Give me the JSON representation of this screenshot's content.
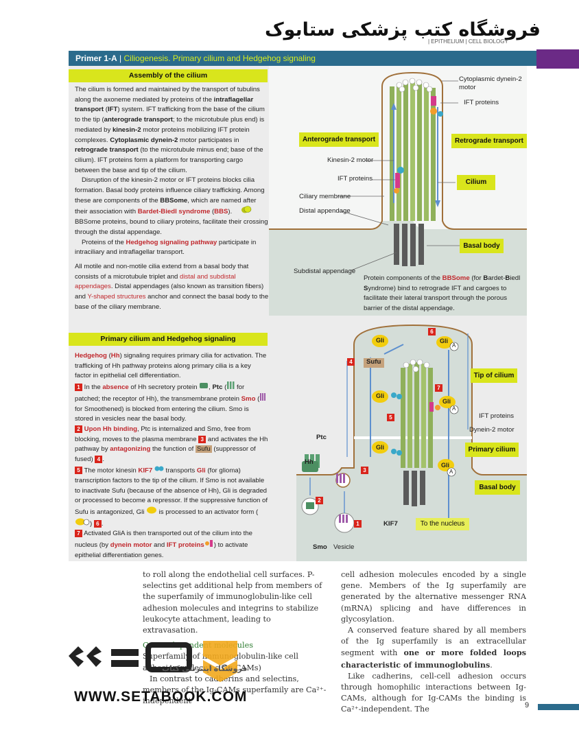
{
  "store_header": "فروشگاه کتب پزشکی ستابوک",
  "running_header": "| EPITHELIUM | CELL BIOLOGY",
  "primer": {
    "code": "Primer 1-A",
    "sep": " | ",
    "title": "Ciliogenesis. Primary cilium and Hedgehog signaling"
  },
  "assembly": {
    "heading": "Assembly of the cilium",
    "p1": [
      {
        "t": "The cilium is formed and maintained by the transport of tubulins along the axoneme mediated by proteins of the "
      },
      {
        "t": "intraflagellar transport",
        "b": 1
      },
      {
        "t": " ("
      },
      {
        "t": "IFT",
        "b": 1
      },
      {
        "t": ") system. IFT trafficking from the base of the cilium to the tip ("
      },
      {
        "t": "anterograde transport",
        "b": 1
      },
      {
        "t": "; to the microtubule plus end) is mediated by "
      },
      {
        "t": "kinesin-2",
        "b": 1
      },
      {
        "t": " motor proteins mobilizing IFT protein complexes. "
      },
      {
        "t": "Cytoplasmic dynein-2",
        "b": 1
      },
      {
        "t": " motor participates in "
      },
      {
        "t": "retrograde transport",
        "b": 1
      },
      {
        "t": " (to the microtubule minus end; base of the cilium). IFT proteins form a platform for transporting cargo between the base and tip of the cilium."
      }
    ],
    "p2": [
      {
        "t": "Disruption of the kinesin-2 motor or IFT proteins blocks cilia formation. Basal body proteins influence ciliary trafficking. Among these are components of the "
      },
      {
        "t": "BBSome",
        "b": 1
      },
      {
        "t": ", which are named after their association with "
      },
      {
        "t": "Bardet-Biedl syndrome",
        "r": 1
      },
      {
        "t": " ("
      },
      {
        "t": "BBS",
        "r": 1
      },
      {
        "t": "). "
      },
      {
        "icon": "bbsome-icon"
      },
      {
        "t": " BBSome proteins, bound to ciliary proteins, facilitate their crossing through the distal appendage."
      }
    ],
    "p3": [
      {
        "t": "Proteins of the "
      },
      {
        "t": "Hedgehog signaling pathway",
        "r": 1
      },
      {
        "t": " participate in intraciliary and intraflagellar transport."
      }
    ],
    "p4": [
      {
        "t": "All motile and non-motile cilia extend from a basal body that consists of a microtubule triplet and "
      },
      {
        "t": "distal and subdistal appendages",
        "rn": 1
      },
      {
        "t": ". Distal appendages (also known as transition fibers) and "
      },
      {
        "t": "Y-shaped structures",
        "rn": 1
      },
      {
        "t": " anchor and connect the basal body to the base of the ciliary membrane."
      }
    ]
  },
  "hh": {
    "heading": "Primary cilium and Hedgehog signaling",
    "p1": [
      {
        "t": "Hedgehog",
        "r": 1
      },
      {
        "t": " ("
      },
      {
        "t": "Hh",
        "r": 1
      },
      {
        "t": ") signaling requires primary cilia for activation. The trafficking of Hh pathway proteins along primary cilia is a key factor in epithelial cell differentiation."
      }
    ],
    "p2": [
      {
        "n": "1"
      },
      {
        "t": " In the "
      },
      {
        "t": "absence",
        "r": 1
      },
      {
        "t": " of Hh secretory protein "
      },
      {
        "icon": "hh-icon"
      },
      {
        "t": ", "
      },
      {
        "t": "Ptc",
        "b": 1
      },
      {
        "t": " ("
      },
      {
        "icon": "ptc-icon"
      },
      {
        "t": " for patched; the receptor of Hh), the transmembrane protein "
      },
      {
        "t": "Smo",
        "r": 1
      },
      {
        "t": " ("
      },
      {
        "icon": "smo-icon"
      },
      {
        "t": " for Smoothened) is blocked from entering the cilium. Smo is stored in vesicles near the basal body."
      }
    ],
    "p3": [
      {
        "n": "2"
      },
      {
        "t": " "
      },
      {
        "t": "Upon Hh binding",
        "r": 1
      },
      {
        "t": ", Ptc is internalized and Smo, free from blocking, moves to the plasma membrane "
      },
      {
        "n": "3"
      },
      {
        "t": " and activates the Hh pathway by "
      },
      {
        "t": "antagonizing",
        "r": 1
      },
      {
        "t": " the function of "
      },
      {
        "chip": "Sufu"
      },
      {
        "t": " (suppressor of fused) "
      },
      {
        "n": "4"
      },
      {
        "t": "."
      }
    ],
    "p4": [
      {
        "n": "5"
      },
      {
        "t": " The motor kinesin "
      },
      {
        "t": "KIF7",
        "r": 1
      },
      {
        "t": " "
      },
      {
        "icon": "kif7-icon"
      },
      {
        "t": " transports "
      },
      {
        "t": "Gli",
        "r": 1
      },
      {
        "t": " (for glioma) transcription factors to the tip of the cilium. If Smo is not available to inactivate Sufu (because of the absence of Hh), Gli is degraded or processed to become a repressor. If the suppressive function of Sufu is antagonized, Gli "
      },
      {
        "icon": "gli-icon"
      },
      {
        "t": " is processed to an activator form ("
      },
      {
        "icon": "glia-icon"
      },
      {
        "t": ") "
      },
      {
        "n": "6"
      },
      {
        "t": "."
      }
    ],
    "p5": [
      {
        "n": "7"
      },
      {
        "t": " Activated GliA is then transported out of the cilium into the nucleus (by "
      },
      {
        "t": "dynein motor",
        "r": 1
      },
      {
        "t": " and "
      },
      {
        "t": "IFT proteins",
        "r": 1
      },
      {
        "icon": "ift-icon"
      },
      {
        "t": ") to activate epithelial differentiation genes."
      }
    ]
  },
  "diagram1": {
    "labels": {
      "dynein": "Cytoplasmic dynein-2 motor",
      "ift_top": "IFT proteins",
      "anterograde": "Anterograde transport",
      "retrograde": "Retrograde transport",
      "kinesin": "Kinesin-2 motor",
      "ift_mid": "IFT proteins",
      "cilium": "Cilium",
      "ciliary_membrane": "Ciliary membrane",
      "distal": "Distal appendage",
      "basal": "Basal body",
      "subdistal": "Subdistal appendage"
    },
    "bbsome_note": [
      {
        "t": "Protein components of the "
      },
      {
        "t": "BBSome",
        "r": 1
      },
      {
        "t": " (for "
      },
      {
        "t": "B",
        "b": 1
      },
      {
        "t": "ardet-"
      },
      {
        "t": "B",
        "b": 1
      },
      {
        "t": "iedl "
      },
      {
        "t": "S",
        "b": 1
      },
      {
        "t": "yndrome) bind to retrograde IFT and cargoes to facilitate their lateral transport through the porous barrier of the distal appendage."
      }
    ]
  },
  "diagram2": {
    "labels": {
      "tip": "Tip of cilium",
      "ift": "IFT proteins",
      "dynein": "Dynein-2 motor",
      "primary": "Primary cilium",
      "basal": "Basal body",
      "nucleus": "To the nucleus",
      "ptc": "Ptc",
      "hh": "Hh",
      "sufu": "Sufu",
      "kif7": "KIF7",
      "smo": "Smo",
      "vesicle": "Vesicle",
      "gli": "Gli",
      "a": "A"
    },
    "steps": [
      "1",
      "2",
      "3",
      "4",
      "5",
      "6",
      "7"
    ]
  },
  "book_left": {
    "p1": "to roll along the endothelial cell surfaces. P-selectins get additional help from members of the superfamily of immunoglobulin-like cell adhesion molecules and integrins to stabilize leukocyte attachment, leading to extravasation.",
    "heading": "Ca²⁺-independent molecules",
    "heading2": "Superfamily of immunoglobulin-like cell adhesion molecules (Ig-CAMs)",
    "p2": "In contrast to cadherins and selectins, members of the Ig-CAMs superfamily are Ca²⁺-independent"
  },
  "book_right": {
    "p1": "cell adhesion molecules encoded by a single gene. Members of the Ig superfamily are generated by the alternative messenger RNA (mRNA) splicing and have differences in glycosylation.",
    "p2a": "A conserved feature shared by all members of the Ig superfamily is an extracellular segment with ",
    "p2b": "one or more folded loops characteristic of immunoglobulins",
    "p2c": ".",
    "p3": "Like cadherins, cell-cell adhesion occurs through homophilic interactions between Ig-CAMs, although for Ig-CAMs the binding is Ca²⁺-independent. The"
  },
  "watermark": {
    "url": "WWW.SETABOOK.COM",
    "sub": "فروشگاه اینترنتی کتاب"
  },
  "page_number": "9"
}
